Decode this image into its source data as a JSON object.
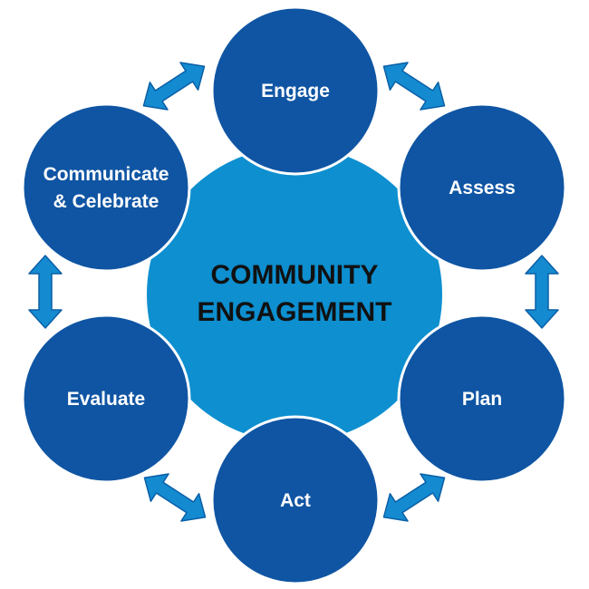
{
  "colors": {
    "center_fill": "#0d8fd0",
    "node_fill": "#0f55a3",
    "node_stroke": "#ffffff",
    "arrow_fill": "#148bd1",
    "arrow_stroke": "#0a5fa6",
    "center_text": "#111111",
    "node_text": "#ffffff"
  },
  "center": {
    "line1": "COMMUNITY",
    "line2": "ENGAGEMENT"
  },
  "nodes": [
    {
      "id": "engage",
      "line1": "Engage",
      "line2": ""
    },
    {
      "id": "assess",
      "line1": "Assess",
      "line2": ""
    },
    {
      "id": "plan",
      "line1": "Plan",
      "line2": ""
    },
    {
      "id": "act",
      "line1": "Act",
      "line2": ""
    },
    {
      "id": "evaluate",
      "line1": "Evaluate",
      "line2": ""
    },
    {
      "id": "communicate",
      "line1": "Communicate",
      "line2": "& Celebrate"
    }
  ],
  "arrows": [
    {
      "between": [
        "engage",
        "assess"
      ],
      "icon": "double-headed-arrow"
    },
    {
      "between": [
        "assess",
        "plan"
      ],
      "icon": "double-headed-arrow"
    },
    {
      "between": [
        "plan",
        "act"
      ],
      "icon": "double-headed-arrow"
    },
    {
      "between": [
        "act",
        "evaluate"
      ],
      "icon": "double-headed-arrow"
    },
    {
      "between": [
        "evaluate",
        "communicate"
      ],
      "icon": "double-headed-arrow"
    },
    {
      "between": [
        "communicate",
        "engage"
      ],
      "icon": "double-headed-arrow"
    }
  ]
}
